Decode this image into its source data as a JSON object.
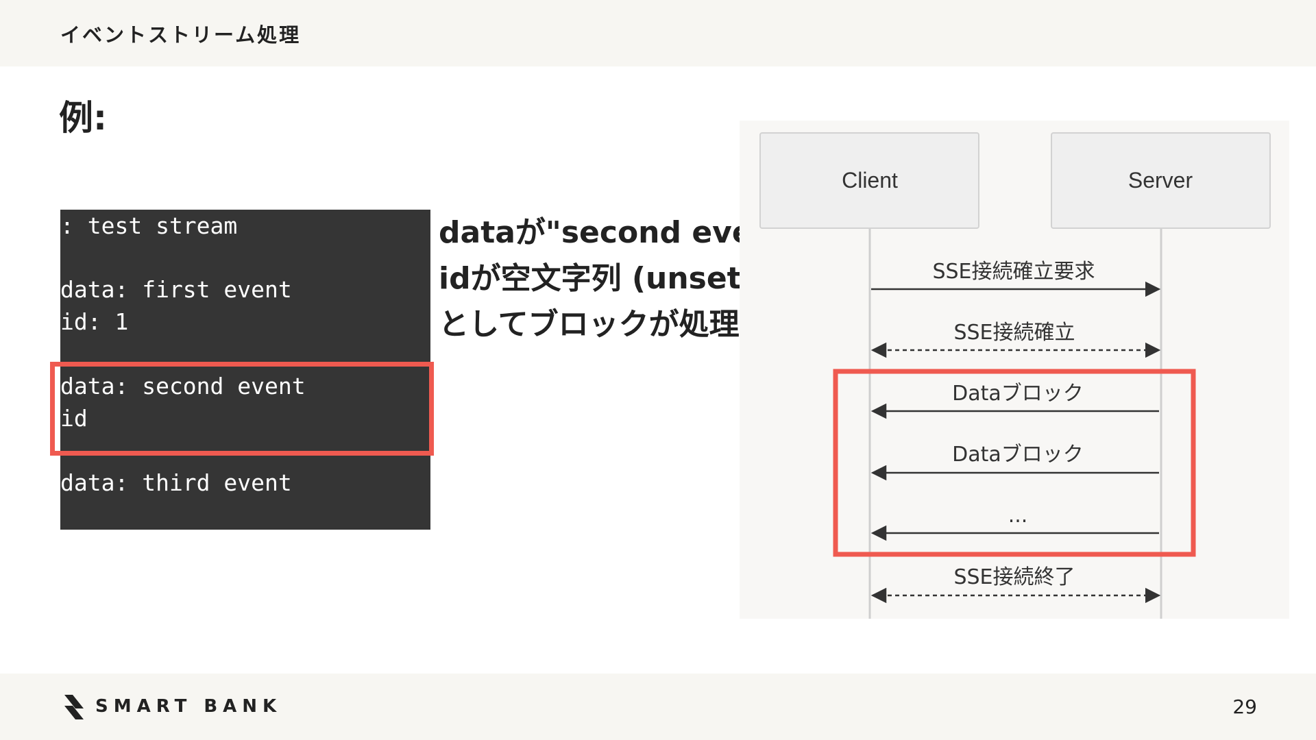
{
  "header": {
    "section_title": "イベントストリーム処理"
  },
  "main": {
    "heading": "例:",
    "code_lines": [
      ": test stream",
      "data: first event",
      "id: 1",
      "data: second event",
      "id",
      "data: third event"
    ],
    "explanation": [
      "dataが\"second event\"",
      "idが空文字列 (unset)",
      "としてブロックが処理される"
    ]
  },
  "sequence_diagram": {
    "participants": [
      "Client",
      "Server"
    ],
    "messages": [
      {
        "label": "SSE接続確立要求",
        "from": "Client",
        "to": "Server",
        "style": "solid"
      },
      {
        "label": "SSE接続確立",
        "from": "Client",
        "to": "Server",
        "style": "dashed-bidirectional"
      },
      {
        "label": "Dataブロック",
        "from": "Server",
        "to": "Client",
        "style": "solid"
      },
      {
        "label": "Dataブロック",
        "from": "Server",
        "to": "Client",
        "style": "solid"
      },
      {
        "label": "...",
        "from": "Server",
        "to": "Client",
        "style": "solid"
      },
      {
        "label": "SSE接続終了",
        "from": "Client",
        "to": "Server",
        "style": "dashed-bidirectional"
      }
    ]
  },
  "footer": {
    "logo_text": "SMART BANK",
    "page_number": "29"
  },
  "colors": {
    "highlight": "#ef5a50",
    "code_background": "#353535",
    "band_background": "#f7f6f2"
  }
}
